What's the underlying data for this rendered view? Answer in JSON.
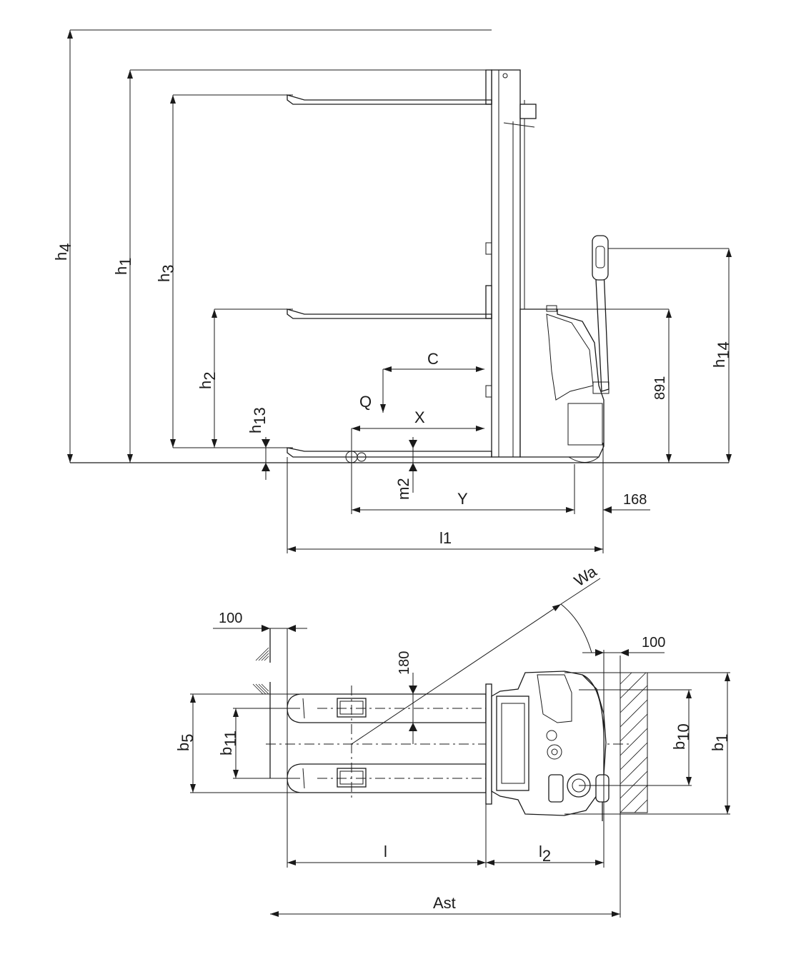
{
  "side_view": {
    "h4": {
      "base": "h",
      "sub": "4"
    },
    "h1": {
      "base": "h",
      "sub": "1"
    },
    "h3": {
      "base": "h",
      "sub": "3"
    },
    "h2": {
      "base": "h",
      "sub": "2"
    },
    "h13": {
      "base": "h",
      "sub": "13"
    },
    "h14": {
      "base": "h",
      "sub": "14"
    },
    "c": "C",
    "q": "Q",
    "x": "X",
    "m2": "m2",
    "y": "Y",
    "l1": "l1",
    "dim_891": "891",
    "dim_168": "168"
  },
  "top_view": {
    "dim_100_left": "100",
    "dim_100_right": "100",
    "dim_180": "180",
    "wa": "Wa",
    "b5": {
      "base": "b",
      "sub": "5"
    },
    "b11": {
      "base": "b",
      "sub": "11"
    },
    "b10": {
      "base": "b",
      "sub": "10"
    },
    "b1": {
      "base": "b",
      "sub": "1"
    },
    "l": "l",
    "l2": {
      "base": "l",
      "sub": "2"
    },
    "ast": "Ast"
  }
}
